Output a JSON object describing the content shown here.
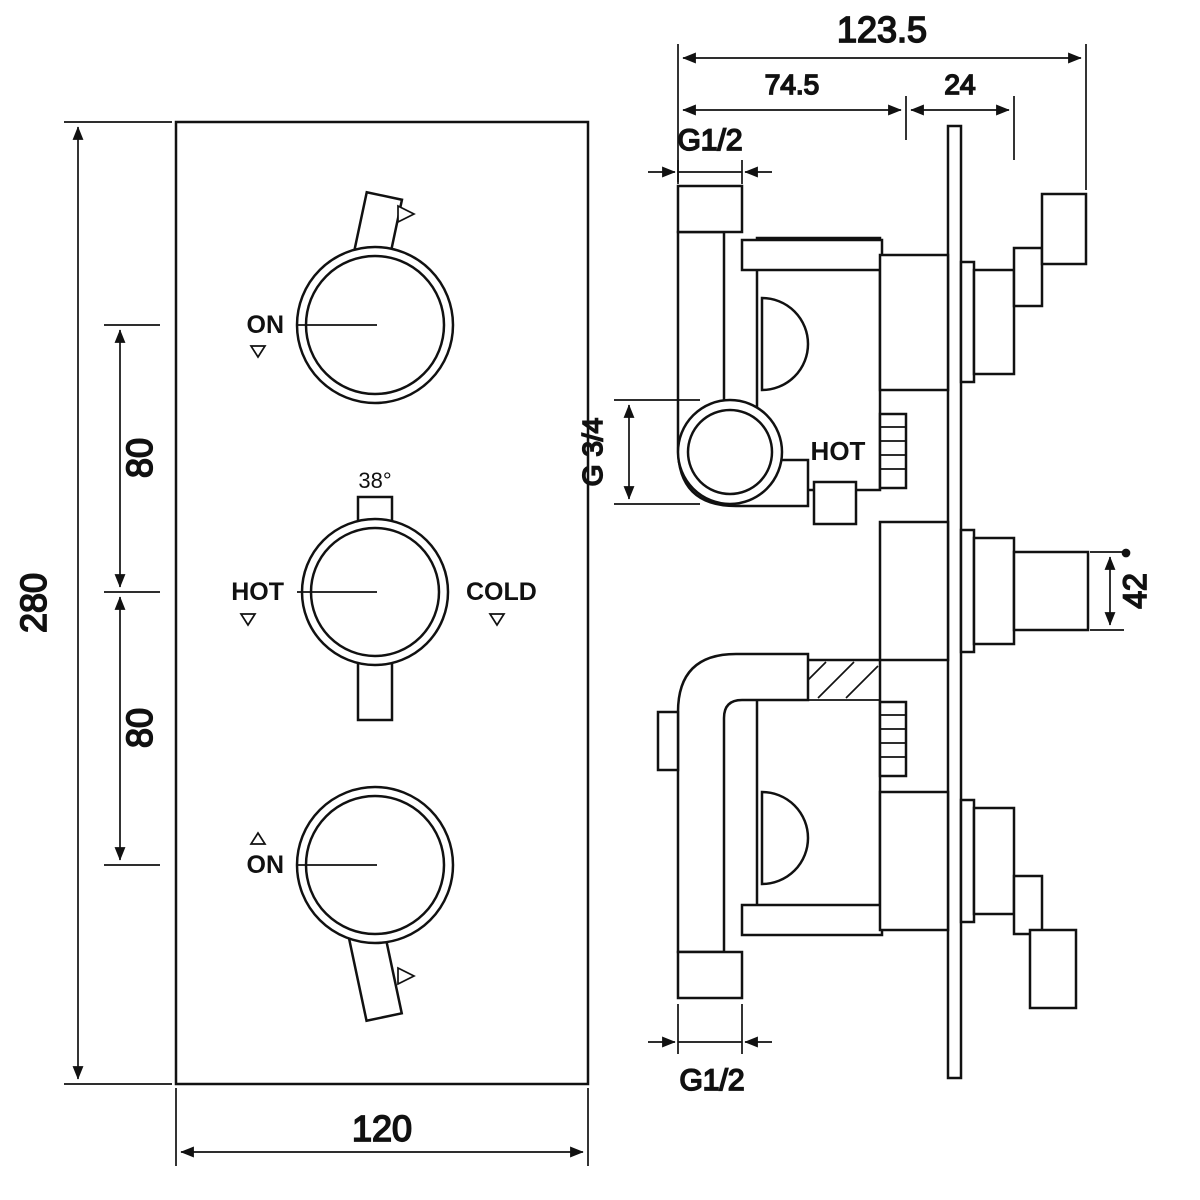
{
  "drawing": {
    "line_color": "#111111",
    "background": "#ffffff"
  },
  "front_view": {
    "knob_top": {
      "label": "ON"
    },
    "knob_middle": {
      "temp_label": "38°",
      "hot_label": "HOT",
      "cold_label": "COLD"
    },
    "knob_bottom": {
      "label": "ON"
    },
    "dims": {
      "overall_height": "280",
      "knob_spacing_upper": "80",
      "knob_spacing_lower": "80",
      "overall_width": "120"
    }
  },
  "side_view": {
    "labels": {
      "inlet_top": "G1/2",
      "outlet_mid": "G 3/4",
      "hot_port": "HOT",
      "inlet_bottom": "G1/2"
    },
    "dims": {
      "overall_depth": "123.5",
      "recess_depth": "74.5",
      "projection": "24",
      "handle_diameter": "42"
    }
  }
}
